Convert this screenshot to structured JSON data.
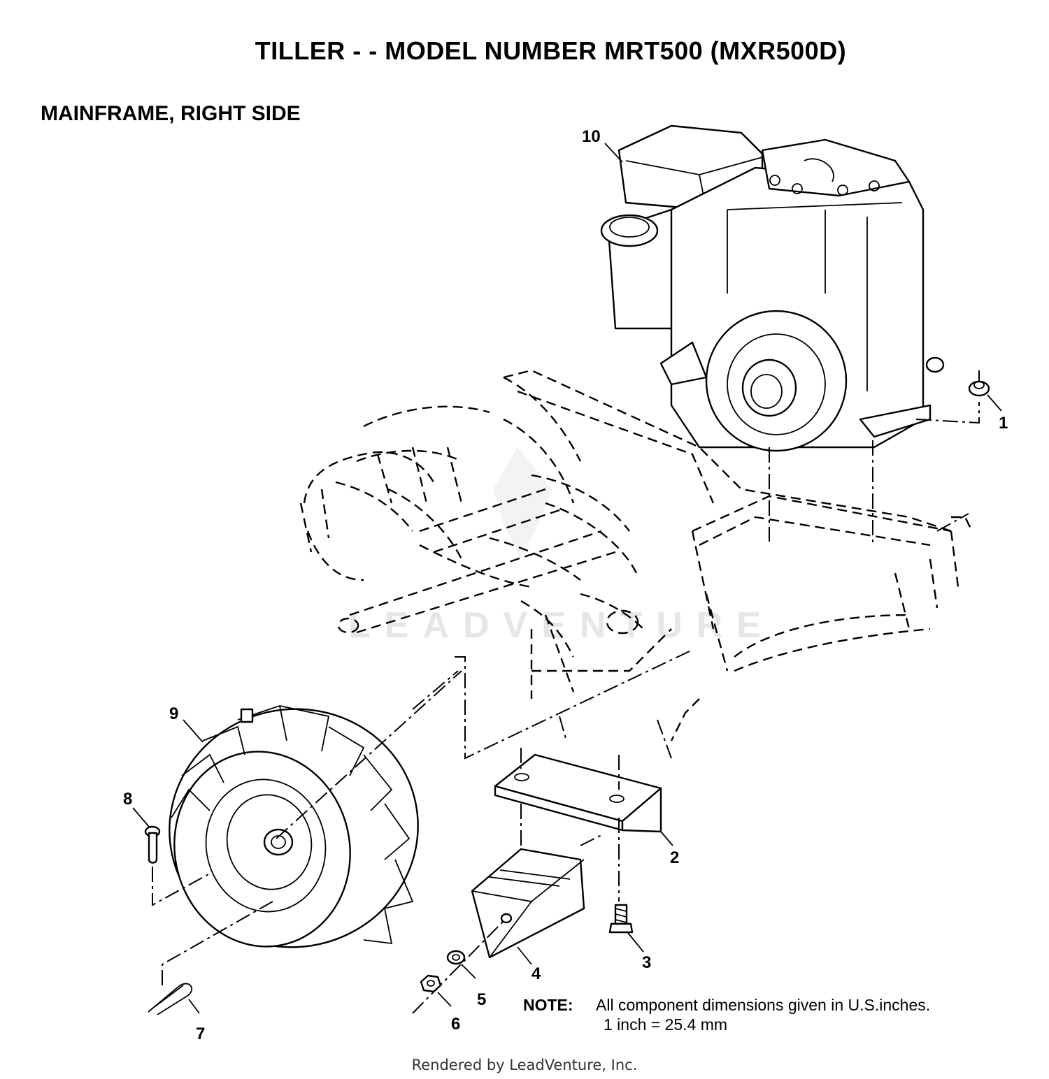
{
  "title": "TILLER - - MODEL NUMBER MRT500 (MXR500D)",
  "section": "MAINFRAME, RIGHT SIDE",
  "watermark": "LEADVENTURE",
  "callouts": {
    "c1": "1",
    "c2": "2",
    "c3": "3",
    "c4": "4",
    "c5": "5",
    "c6": "6",
    "c7": "7",
    "c8": "8",
    "c9": "9",
    "c10": "10"
  },
  "note": {
    "label": "NOTE:",
    "line1": "All component dimensions given in U.S.inches.",
    "line2": "1 inch = 25.4 mm"
  },
  "footer": "Rendered by LeadVenture, Inc."
}
